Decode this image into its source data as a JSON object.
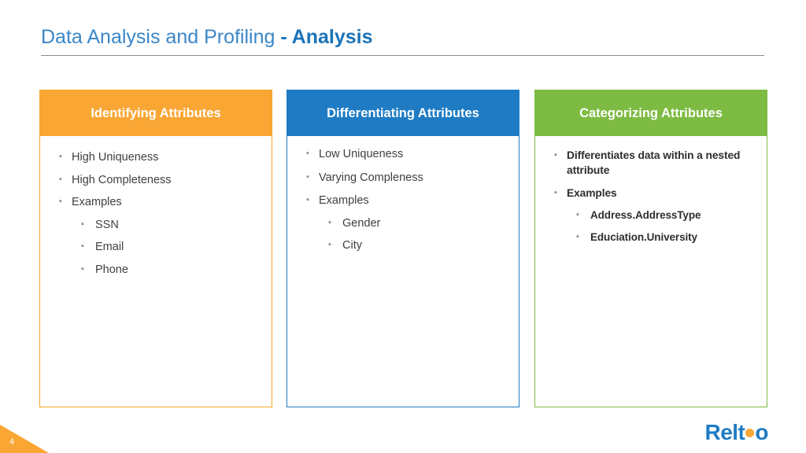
{
  "slide": {
    "title_main": "Data Analysis and Profiling",
    "title_sub": " - Analysis",
    "page_number": "4",
    "bullet_glyph": "▪"
  },
  "brand": {
    "orange": "#f9a634",
    "blue": "#1f7cc4",
    "green": "#7dbb42",
    "title_color": "#3a87c8",
    "logo_part1": "Relt",
    "logo_part2": "o"
  },
  "columns": [
    {
      "heading": "Identifying Attributes",
      "accent": "#f9a634",
      "items": [
        {
          "text": "High Uniqueness",
          "sub": []
        },
        {
          "text": "High Completeness",
          "sub": []
        },
        {
          "text": "Examples",
          "sub": [
            "SSN",
            "Email",
            "Phone"
          ]
        }
      ]
    },
    {
      "heading": "Differentiating Attributes",
      "accent": "#1f7cc4",
      "items": [
        {
          "text": "Low Uniqueness",
          "sub": []
        },
        {
          "text": "Varying Compleness",
          "sub": []
        },
        {
          "text": "Examples",
          "sub": [
            "Gender",
            "City"
          ]
        }
      ]
    },
    {
      "heading": "Categorizing Attributes",
      "accent": "#7dbb42",
      "items": [
        {
          "text": "Differentiates data within a nested attribute",
          "sub": []
        },
        {
          "text": "Examples",
          "sub": [
            "Address.AddressType",
            "Educiation.University"
          ]
        }
      ]
    }
  ]
}
